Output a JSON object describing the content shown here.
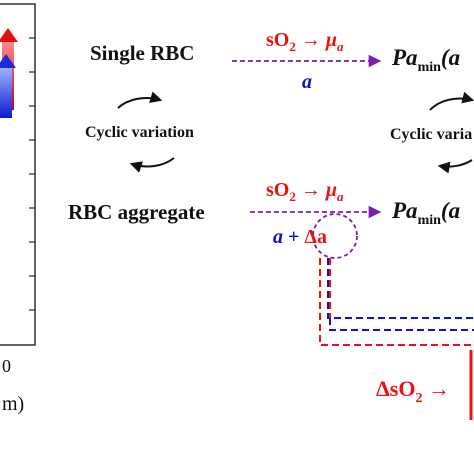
{
  "colors": {
    "red": "#ee1111",
    "blue": "#1111cc",
    "purple": "#7a1fb0",
    "black": "#111111",
    "plot_red": "#dd1111",
    "plot_blue": "#1a2bdc"
  },
  "left_panel": {
    "tick_label_partial": "0",
    "axis_label_partial": "m)"
  },
  "diagram": {
    "single_rbc": {
      "label": "Single RBC",
      "arrow_top": "sO₂ → μₐ",
      "arrow_top_main": "sO",
      "arrow_top_sub": "2",
      "arrow_top_arrow": " → ",
      "arrow_top_mu": "μ",
      "arrow_top_mu_sub": "a",
      "arrow_bottom": "a",
      "result_prefix": "Pa",
      "result_sub": "min",
      "result_suffix": "(a"
    },
    "cycle_left": {
      "label": "Cyclic variation"
    },
    "cycle_right": {
      "label": "Cyclic varia"
    },
    "aggregate": {
      "label": "RBC aggregate",
      "arrow_top_main": "sO",
      "arrow_top_sub": "2",
      "arrow_top_arrow": " → ",
      "arrow_top_mu": "μ",
      "arrow_top_mu_sub": "a",
      "arrow_bottom_a": "a",
      "arrow_bottom_plus": " + ",
      "arrow_bottom_delta": "Δa",
      "result_prefix": "Pa",
      "result_sub": "min",
      "result_suffix": "(a"
    },
    "bottom": {
      "delta_main": "ΔsO",
      "delta_sub": "2",
      "delta_arrow": " →"
    }
  }
}
